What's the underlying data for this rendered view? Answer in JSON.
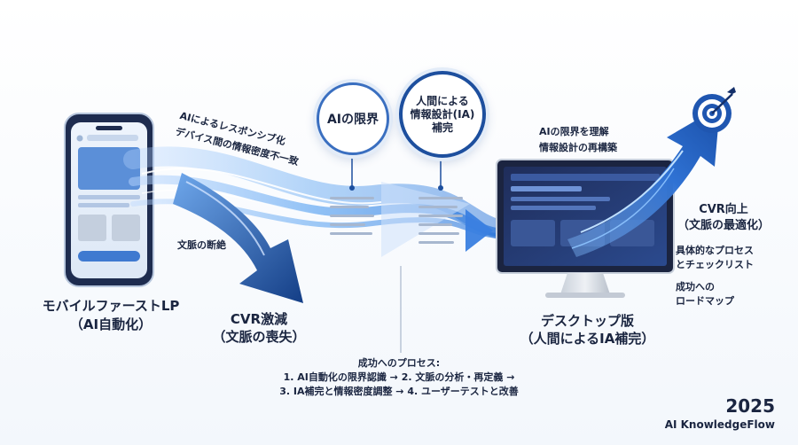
{
  "left_caption": {
    "line1": "モバイルファーストLP",
    "line2": "（AI自動化）"
  },
  "arrow_top_labels": {
    "line1": "AIによるレスポンシブ化",
    "line2": "デバイス間の情報密度不一致"
  },
  "context_break": "文脈の断絶",
  "cvr_down": {
    "line1": "CVR激減",
    "line2": "（文脈の喪失）"
  },
  "circle_ai_limit": "AIの限界",
  "circle_human_ia": {
    "line1": "人間による",
    "line2": "情報設計(IA)",
    "line3": "補完"
  },
  "rebuild": {
    "line1": "AIの限界を理解",
    "line2": "情報設計の再構築"
  },
  "desktop_caption": {
    "line1": "デスクトップ版",
    "line2": "（人間によるIA補完）"
  },
  "cvr_up": {
    "line1": "CVR向上",
    "line2": "（文脈の最適化）"
  },
  "checklist": {
    "line1": "具体的なプロセス",
    "line2": "とチェックリスト"
  },
  "roadmap": {
    "line1": "成功への",
    "line2": "ロードマップ"
  },
  "process": {
    "title": "成功へのプロセス:",
    "line1": "1. AI自動化の限界認識 → 2. 文脈の分析・再定義 →",
    "line2": "3. IA補完と情報密度調整 → 4. ユーザーテストと改善"
  },
  "footer": {
    "year": "2025",
    "brand": "AI KnowledgeFlow"
  },
  "colors": {
    "accent": "#1d4f9e",
    "flow": "#4a9af0",
    "text": "#1a2540"
  }
}
